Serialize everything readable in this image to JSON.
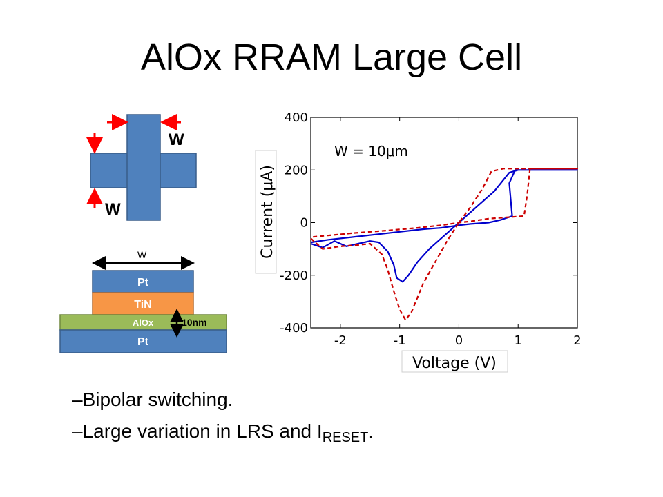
{
  "slide": {
    "title": "AlOx RRAM Large Cell",
    "bullets": [
      {
        "prefix": "–",
        "text": "Bipolar switching."
      },
      {
        "prefix": "–",
        "text": "Large variation in LRS and I",
        "sub": "RESET",
        "suffix": "."
      }
    ]
  },
  "cross_diagram": {
    "label_top": "W",
    "label_bottom": "W",
    "fill": "#4f81bd",
    "arrow_color": "#ff0000"
  },
  "stack_diagram": {
    "width_label": "W",
    "layers": [
      {
        "name": "Pt",
        "color": "#4f81bd"
      },
      {
        "name": "TiN",
        "color": "#f79646"
      },
      {
        "name": "AlOx",
        "color": "#9bbb59"
      },
      {
        "name": "Pt",
        "color": "#4f81bd"
      }
    ],
    "thickness_label": "10nm"
  },
  "chart_data": {
    "type": "line",
    "xlabel": "Voltage (V)",
    "ylabel": "Current (μA)",
    "annotation": "W = 10μm",
    "xlim": [
      -2.5,
      2
    ],
    "ylim": [
      -400,
      400
    ],
    "xticks": [
      -2,
      -1,
      0,
      1,
      2
    ],
    "yticks": [
      -400,
      -200,
      0,
      200,
      400
    ],
    "series": [
      {
        "style": "solid",
        "color": "#0000cc",
        "x": [
          -2.5,
          -2.3,
          -2.1,
          -1.9,
          -1.7,
          -1.5,
          -1.35,
          -1.2,
          -1.1,
          -1.05,
          -0.95,
          -0.85,
          -0.7,
          -0.5,
          -0.2,
          0,
          0.3,
          0.6,
          0.85,
          1.0,
          1.3,
          1.6,
          1.8,
          2.0,
          1.3,
          0.95,
          0.85,
          0.9,
          0.7,
          0.5,
          0.2,
          0,
          -0.3,
          -0.6,
          -1.0,
          -1.4,
          -1.8,
          -2.2,
          -2.5
        ],
        "y": [
          -80,
          -95,
          -70,
          -90,
          -80,
          -70,
          -75,
          -110,
          -160,
          -210,
          -225,
          -200,
          -150,
          -100,
          -40,
          0,
          60,
          120,
          190,
          200,
          200,
          200,
          200,
          200,
          200,
          200,
          150,
          25,
          10,
          0,
          -5,
          -10,
          -20,
          -25,
          -35,
          -45,
          -55,
          -65,
          -75
        ]
      },
      {
        "style": "dashed",
        "color": "#cc0000",
        "x": [
          -2.5,
          -2.3,
          -2.0,
          -1.7,
          -1.5,
          -1.3,
          -1.2,
          -1.1,
          -1.0,
          -0.9,
          -0.8,
          -0.6,
          -0.4,
          -0.2,
          0,
          0.2,
          0.4,
          0.55,
          0.75,
          1.0,
          1.3,
          1.6,
          1.8,
          2.0,
          1.2,
          1.15,
          1.1,
          0.8,
          0.5,
          0.2,
          0,
          -0.3,
          -0.7,
          -1.2,
          -1.8,
          -2.5
        ],
        "y": [
          -60,
          -100,
          -90,
          -85,
          -80,
          -120,
          -180,
          -260,
          -330,
          -370,
          -340,
          -230,
          -150,
          -70,
          0,
          60,
          130,
          195,
          205,
          205,
          205,
          205,
          205,
          205,
          205,
          100,
          25,
          20,
          15,
          5,
          0,
          -10,
          -20,
          -30,
          -40,
          -55
        ]
      }
    ]
  }
}
